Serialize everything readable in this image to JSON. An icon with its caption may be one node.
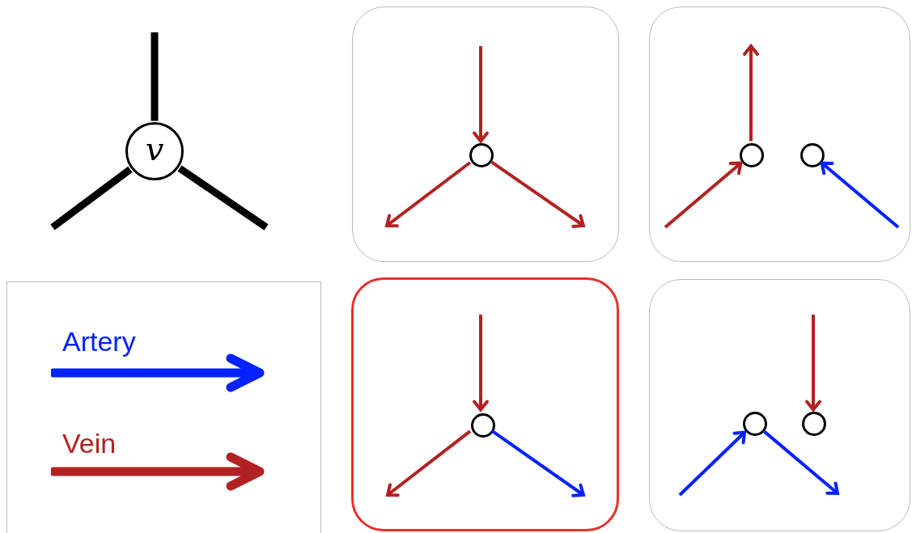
{
  "diagram": {
    "nodes": [
      {
        "text": [
          "v"
        ]
      },
      {
        "text": [],
        "shape": "box"
      },
      {
        "text": [],
        "shape": "circle",
        "in": 1
      },
      {
        "text": [],
        "shape": "box"
      },
      {
        "text": [],
        "shape": "circle",
        "in": 3
      },
      {
        "text": [],
        "shape": "circle",
        "in": 3
      },
      {
        "text": [],
        "shape": "box"
      },
      {
        "text": [],
        "shape": "circle",
        "in": 6
      },
      {
        "text": [],
        "shape": "box"
      },
      {
        "text": [],
        "shape": "circle",
        "in": 8
      },
      {
        "text": [],
        "shape": "circle",
        "in": 8
      }
    ],
    "edges": [
      {
        "from": null,
        "to": 0,
        "arrow": "none",
        "style": "thick",
        "color": "#000000"
      },
      {
        "from": 0,
        "to": null,
        "arrow": "none",
        "style": "thick",
        "color": "#000000"
      },
      {
        "from": 0,
        "to": null,
        "arrow": "none",
        "style": "thick",
        "color": "#000000"
      },
      {
        "from": null,
        "to": 2,
        "arrow": "to"
      },
      {
        "from": 2,
        "to": null,
        "arrow": "to"
      },
      {
        "from": 2,
        "to": null,
        "arrow": "to"
      },
      {
        "from": 4,
        "to": null,
        "arrow": "to"
      },
      {
        "from": null,
        "to": 4,
        "arrow": "to"
      },
      {
        "from": null,
        "to": 5,
        "arrow": "to",
        "color": "#0022ff"
      },
      {
        "from": null,
        "to": 7,
        "arrow": "to"
      },
      {
        "from": 7,
        "to": null,
        "arrow": "to"
      },
      {
        "from": 7,
        "to": null,
        "arrow": "to",
        "color": "#0022ff"
      },
      {
        "from": null,
        "to": 9,
        "arrow": "to",
        "color": "#0022ff"
      },
      {
        "from": 9,
        "to": null,
        "arrow": "to",
        "color": "#0022ff"
      },
      {
        "from": null,
        "to": 10,
        "arrow": "to"
      }
    ],
    "legend": [
      {
        "text": "Artery"
      },
      {
        "text": "Vein"
      }
    ]
  }
}
